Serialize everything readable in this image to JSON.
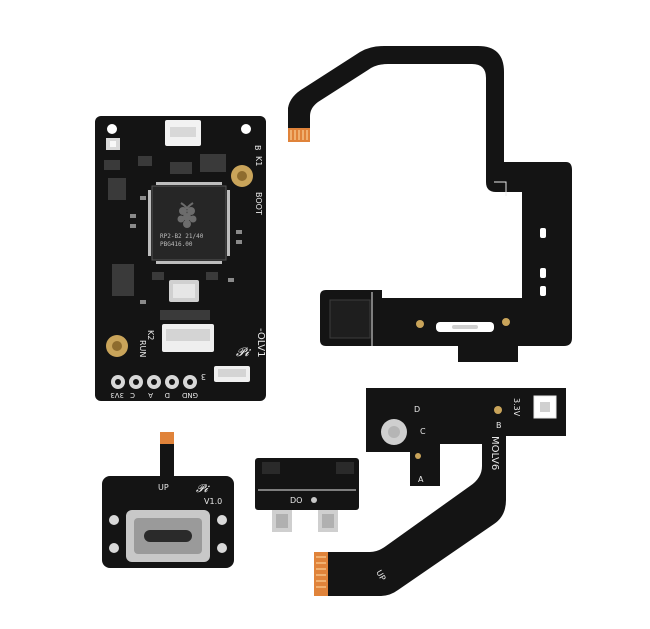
{
  "colors": {
    "background": "#ffffff",
    "pcb": "#141414",
    "silkscreen": "#e8e8e8",
    "gold": "#c9a45a",
    "flex_contacts": "#e0833a",
    "metal": "#c8c8c8"
  },
  "main_board": {
    "chip_line1": "RP2-B2  21/40",
    "chip_line2": "PBG416.00",
    "label_b": "B",
    "label_k1": "K1",
    "label_boot": "BOOT",
    "label_run": "RUN",
    "label_k2": "K2",
    "label_model": "-OLV1",
    "label_3": "3",
    "pin_labels": [
      "GND",
      "D",
      "A",
      "C",
      "3V3"
    ]
  },
  "usb_board": {
    "label_up": "UP",
    "label_version": "V1.0"
  },
  "sensor_board": {
    "label_d": "D",
    "label_c": "C",
    "label_b": "B",
    "label_a": "A",
    "label_v": "3.3V",
    "label_model": "MOLV6",
    "label_up": "UP"
  },
  "icons": {
    "logo": "pi-logo-icon",
    "chip": "raspberry-logo-icon"
  }
}
